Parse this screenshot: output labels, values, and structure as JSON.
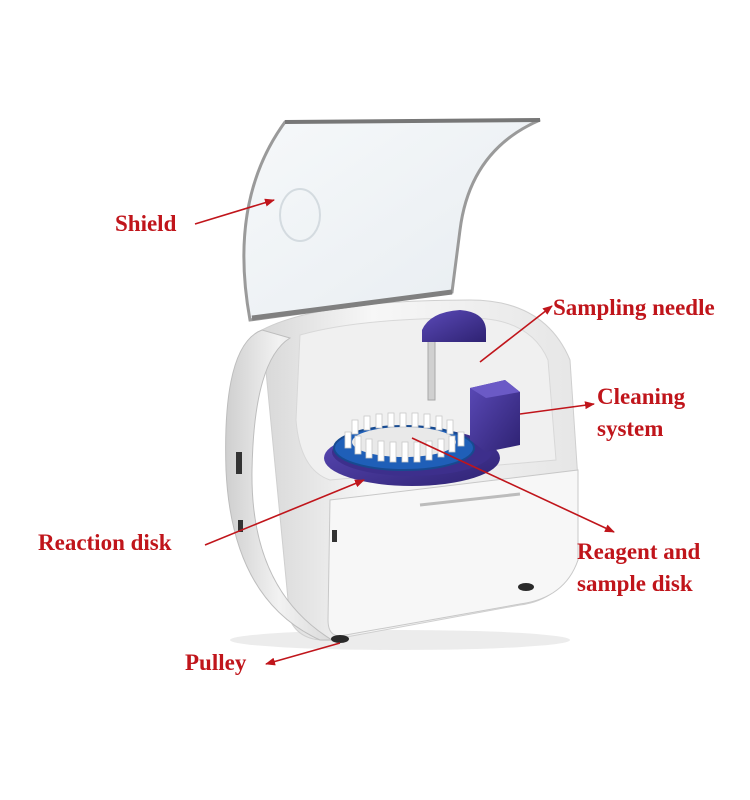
{
  "accent_color": "#c0151b",
  "machine_colors": {
    "body": "#f4f4f4",
    "shield": "#e8eef2",
    "disk": "#4a3a9c",
    "rack": "#1f5fb8"
  },
  "labels": {
    "shield": "Shield",
    "sampling_needle": "Sampling needle",
    "cleaning_system": [
      "Cleaning",
      "system"
    ],
    "reaction_disk": "Reaction disk",
    "reagent_sample_disk": [
      "Reagent and",
      "sample disk"
    ],
    "pulley": "Pulley"
  }
}
